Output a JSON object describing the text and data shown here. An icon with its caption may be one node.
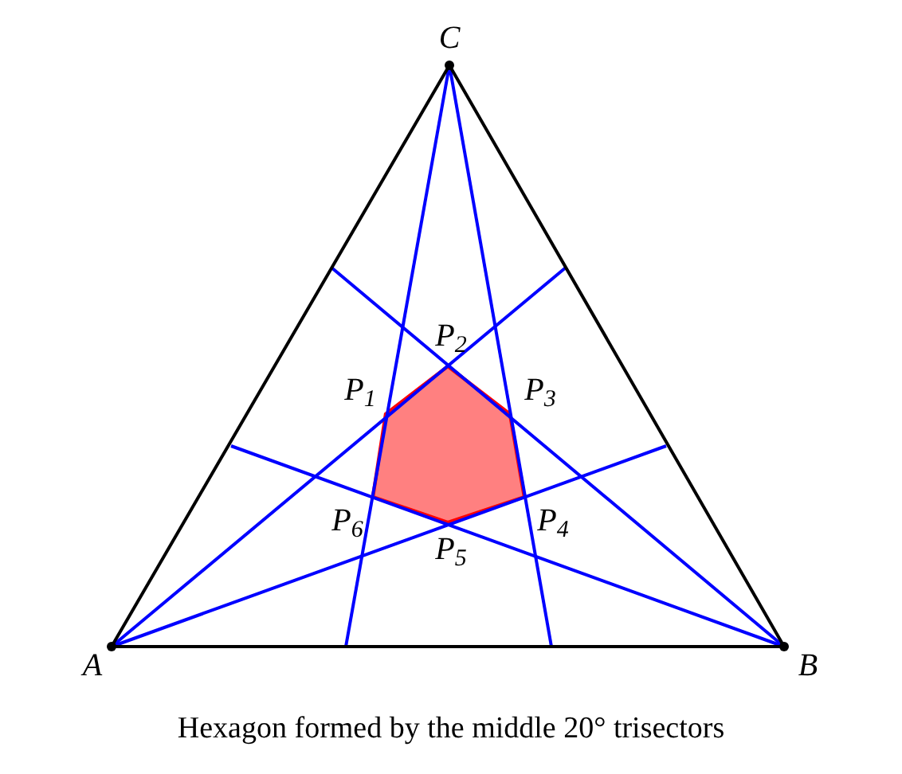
{
  "diagram": {
    "caption": "Hexagon formed by the middle 20° trisectors",
    "labels": [
      "C",
      "P$_{2}$",
      "P$_{1}$",
      "P$_{3}$",
      "P$_{6}$",
      "P$_{4}$",
      "P$_{5}$",
      "A",
      "B"
    ]
  }
}
